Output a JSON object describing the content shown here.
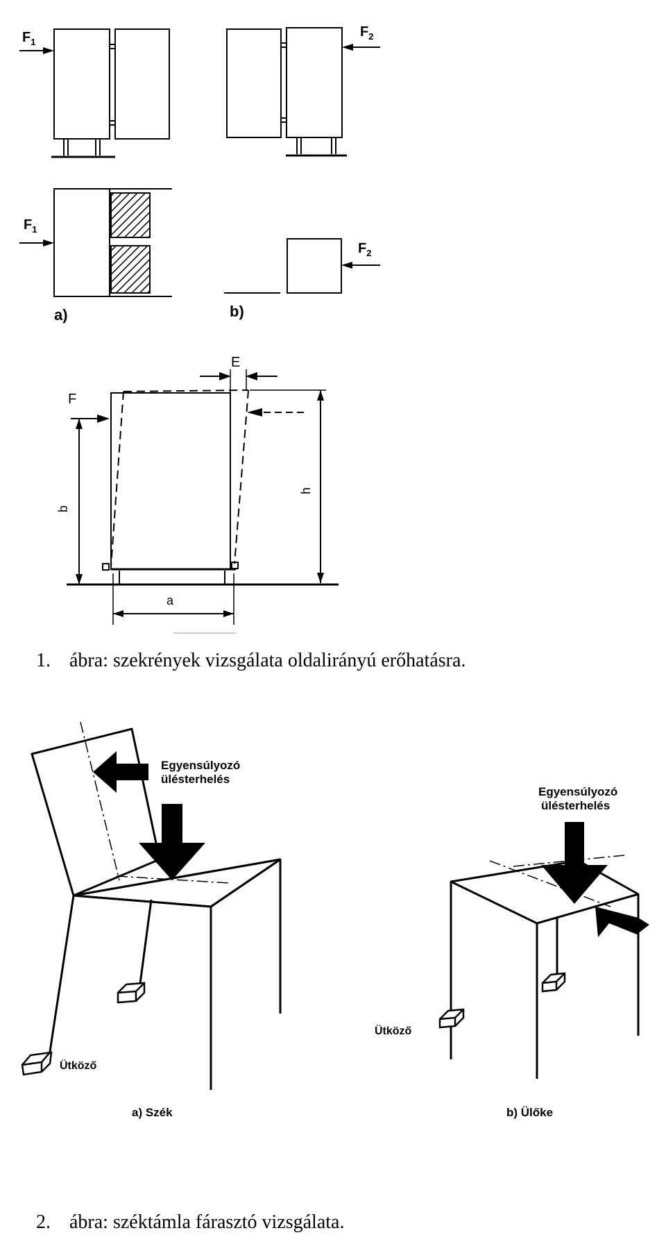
{
  "figure1": {
    "labels": {
      "force_1": "F",
      "force_1_sub": "1",
      "force_2": "F",
      "force_2_sub": "2",
      "panel_a": "a)",
      "panel_b": "b)",
      "force": "F",
      "deflection": "E",
      "height_b": "b",
      "height_h": "h",
      "width_a": "a"
    },
    "caption_number": "1.",
    "caption_text": "ábra: szekrények vizsgálata oldalirányú erőhatásra."
  },
  "figure2": {
    "labels": {
      "load_a_line1": "Egyensúlyozó",
      "load_a_line2": "ülésterhelés",
      "load_b_line1": "Egyensúlyozó",
      "load_b_line2": "ülésterhelés",
      "stopper_a": "Ütköző",
      "stopper_b": "Ütköző",
      "panel_a": "a) Szék",
      "panel_b": "b) Ülőke"
    },
    "caption_number": "2.",
    "caption_text": "ábra: széktámla fárasztó vizsgálata."
  }
}
